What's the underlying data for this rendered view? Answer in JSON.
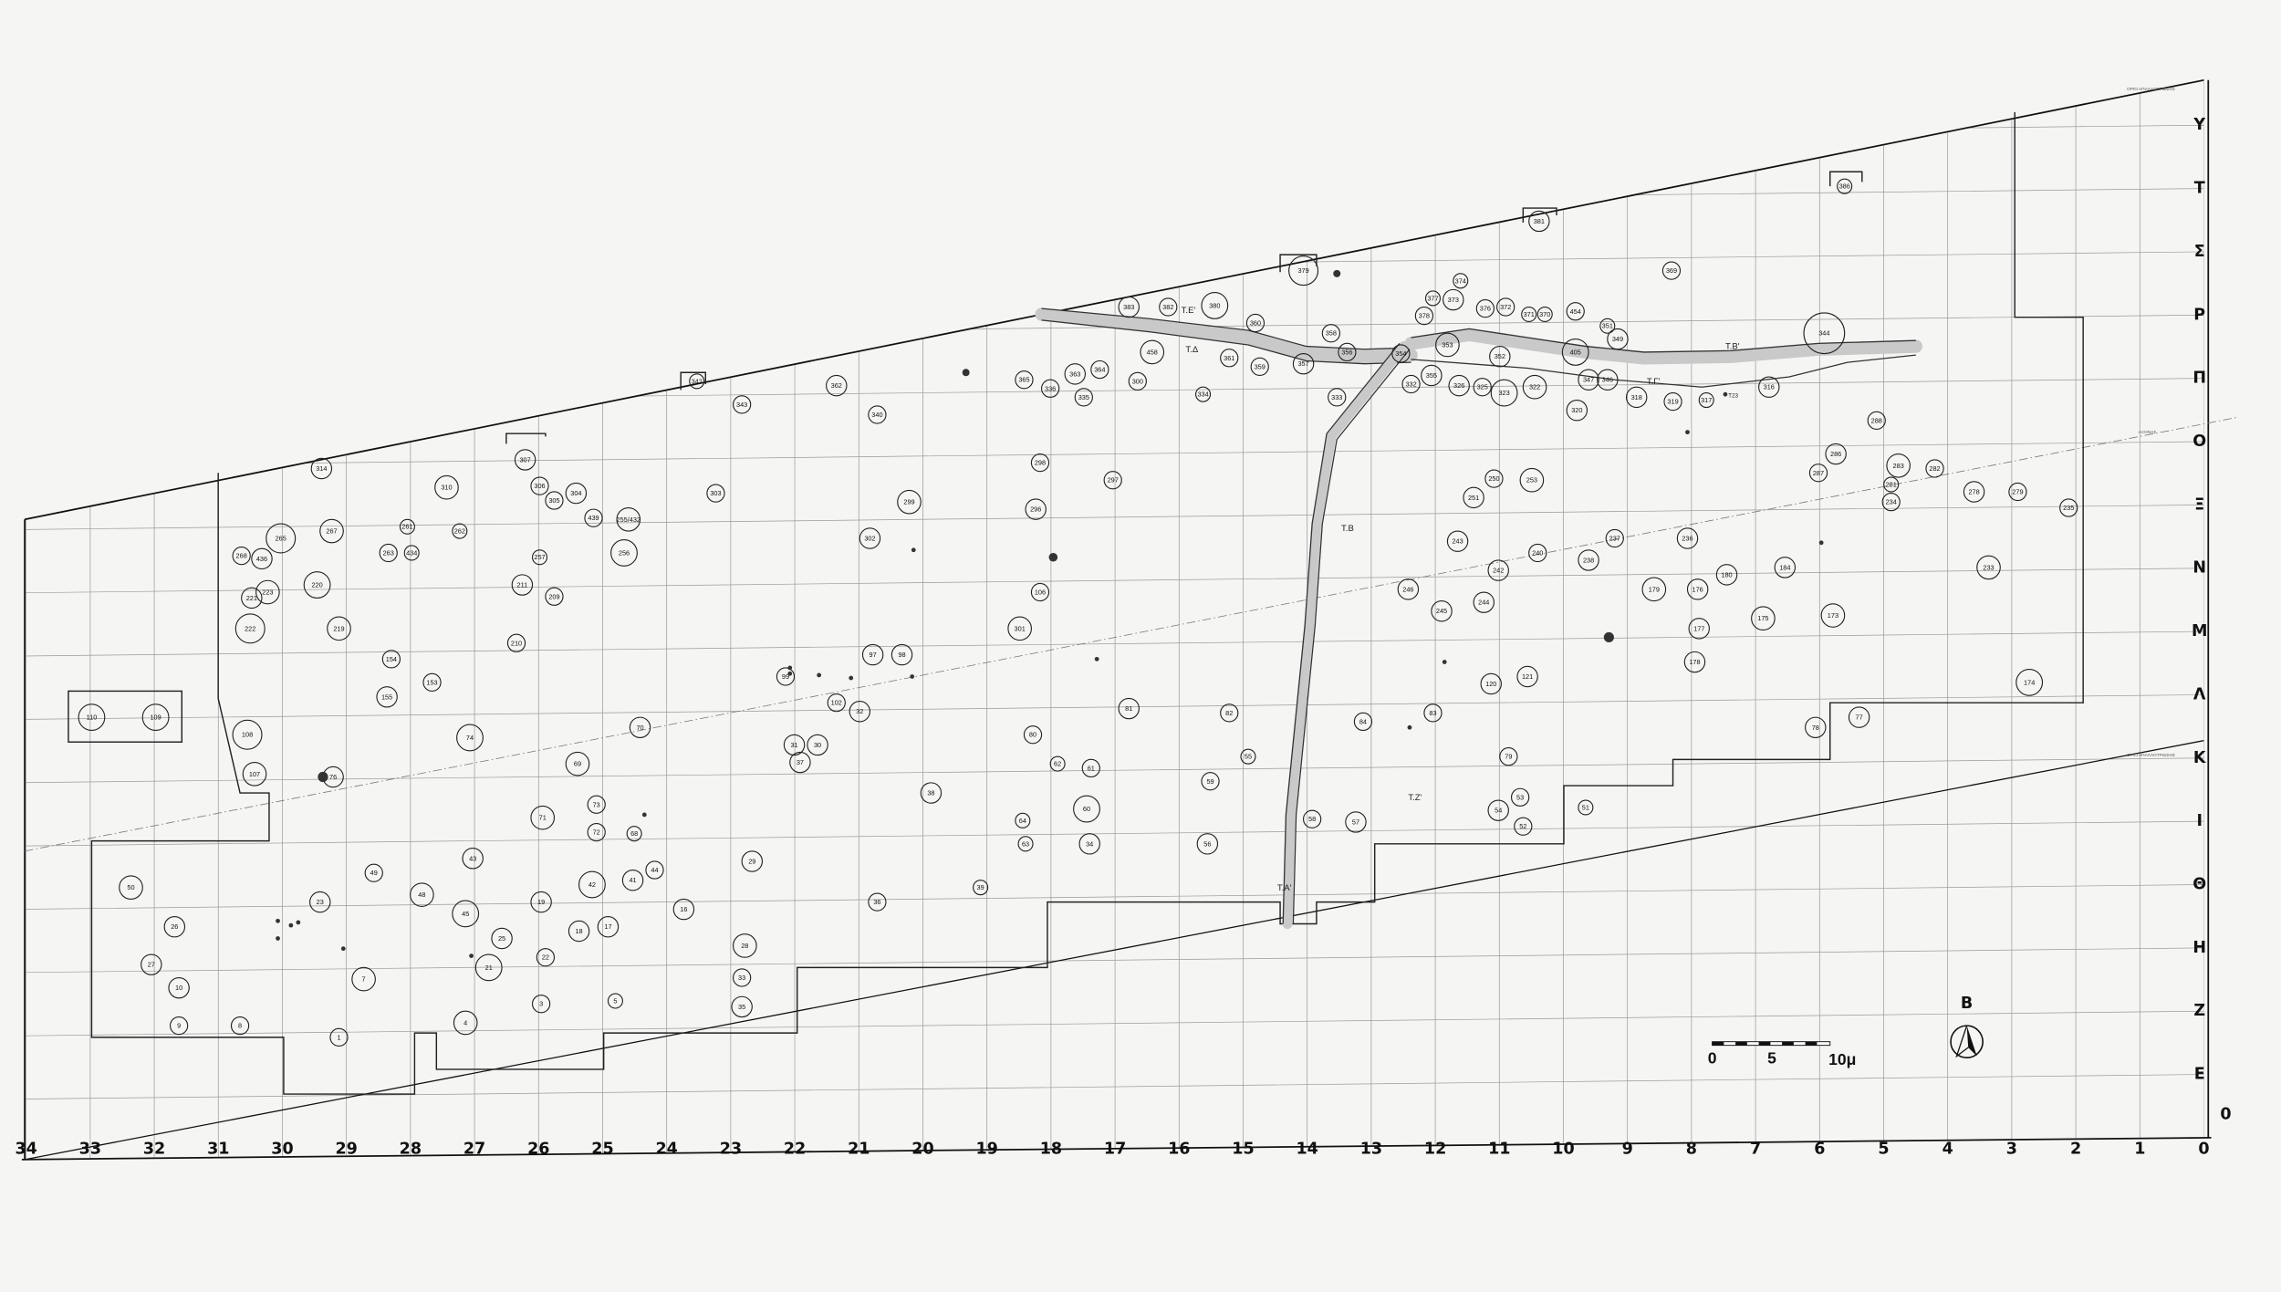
{
  "row_labels": [
    "0",
    "Ε",
    "Ζ",
    "Η",
    "Θ",
    "Ι",
    "Κ",
    "Λ",
    "Μ",
    "Ν",
    "Ξ",
    "Ο",
    "Π",
    "Ρ",
    "Σ",
    "Τ",
    "Υ"
  ],
  "column_labels": [
    "0",
    "1",
    "2",
    "3",
    "4",
    "5",
    "6",
    "7",
    "8",
    "9",
    "10",
    "11",
    "12",
    "13",
    "14",
    "15",
    "16",
    "17",
    "18",
    "19",
    "20",
    "21",
    "22",
    "23",
    "24",
    "25",
    "26",
    "27",
    "28",
    "29",
    "30",
    "31",
    "32",
    "33",
    "34"
  ],
  "boundary_label": "ΟΡΙΟ ΑΠΑΛΛΟΤΡΙΩΣΗΣ",
  "reference_line_label": "ΑΞΟΝΑΣ",
  "trenches": [
    "Τ.Β",
    "Τ.Β'",
    "Τ.Γ'",
    "Τ.Δ",
    "Τ.Ε'",
    "Τ.Ζ'",
    "Τ.Α'"
  ],
  "markers": [
    "Τ23"
  ],
  "scale_bar": {
    "start": "0",
    "mid": "5",
    "end": "10μ"
  },
  "north_arrow": {
    "label": "Β"
  },
  "features": [
    "314",
    "310",
    "307",
    "306",
    "305",
    "304",
    "303",
    "255/432",
    "256",
    "439",
    "267",
    "265",
    "268",
    "436",
    "223",
    "221",
    "222",
    "220",
    "219",
    "263",
    "434",
    "261",
    "262",
    "257",
    "211",
    "209",
    "210",
    "154",
    "155",
    "153",
    "379",
    "383",
    "382",
    "380",
    "360",
    "458",
    "361",
    "359",
    "356",
    "357",
    "358",
    "365",
    "363",
    "364",
    "336",
    "335",
    "334",
    "333",
    "353",
    "352",
    "354",
    "373",
    "376",
    "372",
    "371",
    "370",
    "454",
    "378",
    "377",
    "374",
    "369",
    "349",
    "351",
    "344",
    "316",
    "317",
    "319",
    "318",
    "322",
    "323",
    "325",
    "326",
    "355",
    "332",
    "405",
    "347",
    "346",
    "320",
    "288",
    "110",
    "109",
    "108",
    "107",
    "76",
    "50",
    "26",
    "27",
    "10",
    "9",
    "8",
    "23",
    "7",
    "1",
    "49",
    "48",
    "43",
    "45",
    "42",
    "41",
    "44",
    "16",
    "17",
    "18",
    "19",
    "25",
    "22",
    "21",
    "4",
    "3",
    "5",
    "71",
    "72",
    "73",
    "69",
    "74",
    "70",
    "68",
    "29",
    "28",
    "36",
    "35",
    "33",
    "31",
    "30",
    "32",
    "37",
    "38",
    "39",
    "64",
    "63",
    "62",
    "61",
    "60",
    "34",
    "59",
    "56",
    "55",
    "82",
    "81",
    "80",
    "98",
    "97",
    "99",
    "102",
    "301",
    "106",
    "296",
    "298",
    "297",
    "300",
    "299",
    "302",
    "57",
    "58",
    "54",
    "53",
    "52",
    "51",
    "79",
    "83",
    "84",
    "120",
    "121",
    "78",
    "77",
    "173",
    "174",
    "175",
    "176",
    "177",
    "178",
    "179",
    "180",
    "184",
    "233",
    "234",
    "235",
    "236",
    "237",
    "238",
    "240",
    "242",
    "243",
    "244",
    "245",
    "246",
    "251",
    "250",
    "253",
    "287",
    "286",
    "283",
    "282",
    "281",
    "278",
    "279",
    "386",
    "381",
    "342",
    "343",
    "362",
    "340"
  ]
}
